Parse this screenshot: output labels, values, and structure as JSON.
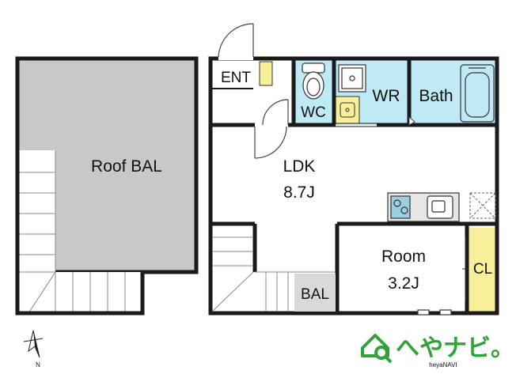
{
  "rooms": {
    "roof_bal": "Roof BAL",
    "ent": "ENT",
    "wc": "WC",
    "wr": "WR",
    "bath": "Bath",
    "ldk": "LDK",
    "ldk_size": "8.7J",
    "room": "Room",
    "room_size": "3.2J",
    "cl": "CL",
    "bal": "BAL"
  },
  "compass": {
    "north": "N"
  },
  "logo": {
    "main": "へやナビ。",
    "sub": "heyaNAVI"
  },
  "colors": {
    "wall": "#1a1a1a",
    "roof_floor": "#c8c8c8",
    "wet_area": "#bfe9f4",
    "storage": "#f7ef9a",
    "logo_green": "#2fa23a"
  }
}
